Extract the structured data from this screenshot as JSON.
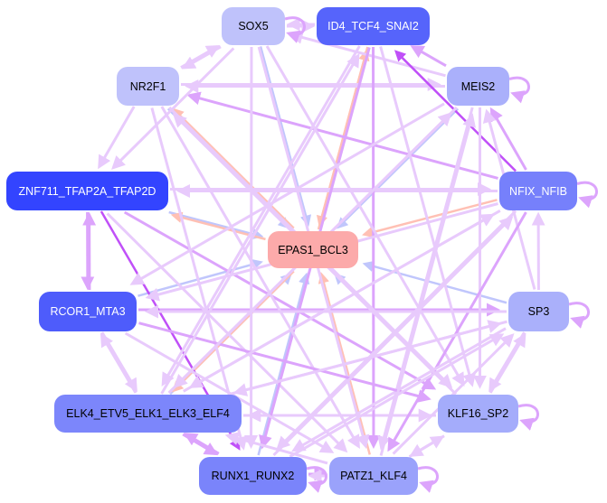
{
  "nodes": [
    {
      "id": "SOX5",
      "label": "SOX5",
      "fill": "#bfc2fb",
      "text": "#000000"
    },
    {
      "id": "ID4",
      "label": "ID4_TCF4_SNAI2",
      "fill": "#5664fb",
      "text": "#ffffff"
    },
    {
      "id": "NR2F1",
      "label": "NR2F1",
      "fill": "#bfc2fb",
      "text": "#000000"
    },
    {
      "id": "MEIS2",
      "label": "MEIS2",
      "fill": "#aab0fb",
      "text": "#000000"
    },
    {
      "id": "ZNF711",
      "label": "ZNF711_TFAP2A_TFAP2D",
      "fill": "#3344ff",
      "text": "#ffffff"
    },
    {
      "id": "NFIX",
      "label": "NFIX_NFIB",
      "fill": "#7680fb",
      "text": "#ffffff"
    },
    {
      "id": "EPAS1",
      "label": "EPAS1_BCL3",
      "fill": "#fcaaaa",
      "text": "#000000"
    },
    {
      "id": "RCOR1",
      "label": "RCOR1_MTA3",
      "fill": "#4e5cfb",
      "text": "#ffffff"
    },
    {
      "id": "SP3",
      "label": "SP3",
      "fill": "#aab0fb",
      "text": "#000000"
    },
    {
      "id": "ELK4",
      "label": "ELK4_ETV5_ELK1_ELK3_ELF4",
      "fill": "#7c86fb",
      "text": "#000000"
    },
    {
      "id": "KLF16",
      "label": "KLF16_SP2",
      "fill": "#a4acfb",
      "text": "#000000"
    },
    {
      "id": "RUNX1",
      "label": "RUNX1_RUNX2",
      "fill": "#7a84fb",
      "text": "#000000"
    },
    {
      "id": "PATZ1",
      "label": "PATZ1_KLF4",
      "fill": "#9aa2fb",
      "text": "#000000"
    }
  ],
  "edge_colors": {
    "light": "#e8cafc",
    "medium": "#dca4fc",
    "strong": "#c050f8",
    "blue": "#c0c6fc",
    "salmon": "#ffc0b4"
  },
  "edges": [
    [
      "SOX5",
      "EPAS1",
      "blue"
    ],
    [
      "ID4",
      "EPAS1",
      "salmon"
    ],
    [
      "NR2F1",
      "EPAS1",
      "blue"
    ],
    [
      "MEIS2",
      "EPAS1",
      "blue"
    ],
    [
      "ZNF711",
      "EPAS1",
      "blue"
    ],
    [
      "NFIX",
      "EPAS1",
      "salmon"
    ],
    [
      "RCOR1",
      "EPAS1",
      "blue"
    ],
    [
      "SP3",
      "EPAS1",
      "blue"
    ],
    [
      "ELK4",
      "EPAS1",
      "blue"
    ],
    [
      "KLF16",
      "EPAS1",
      "blue"
    ],
    [
      "RUNX1",
      "EPAS1",
      "blue"
    ],
    [
      "PATZ1",
      "EPAS1",
      "salmon"
    ],
    [
      "EPAS1",
      "ELK4",
      "salmon"
    ],
    [
      "EPAS1",
      "ID4",
      "salmon"
    ],
    [
      "EPAS1",
      "NR2F1",
      "salmon"
    ],
    [
      "EPAS1",
      "ZNF711",
      "salmon"
    ],
    [
      "SOX5",
      "ID4",
      "light"
    ],
    [
      "ID4",
      "SOX5",
      "light"
    ],
    [
      "SOX5",
      "NR2F1",
      "light"
    ],
    [
      "NR2F1",
      "SOX5",
      "light"
    ],
    [
      "MEIS2",
      "SOX5",
      "light"
    ],
    [
      "NR2F1",
      "MEIS2",
      "light"
    ],
    [
      "MEIS2",
      "NR2F1",
      "light"
    ],
    [
      "MEIS2",
      "ID4",
      "medium"
    ],
    [
      "NFIX",
      "ID4",
      "strong"
    ],
    [
      "NFIX",
      "MEIS2",
      "medium"
    ],
    [
      "NFIX",
      "NR2F1",
      "medium"
    ],
    [
      "ZNF711",
      "NFIX",
      "light"
    ],
    [
      "NFIX",
      "ZNF711",
      "light"
    ],
    [
      "NR2F1",
      "ZNF711",
      "light"
    ],
    [
      "SOX5",
      "ZNF711",
      "light"
    ],
    [
      "ZNF711",
      "RCOR1",
      "medium"
    ],
    [
      "RCOR1",
      "ZNF711",
      "medium"
    ],
    [
      "RCOR1",
      "SP3",
      "medium"
    ],
    [
      "SP3",
      "NFIX",
      "light"
    ],
    [
      "SP3",
      "MEIS2",
      "light"
    ],
    [
      "RCOR1",
      "ELK4",
      "light"
    ],
    [
      "ELK4",
      "RCOR1",
      "light"
    ],
    [
      "ELK4",
      "KLF16",
      "light"
    ],
    [
      "KLF16",
      "ELK4",
      "light"
    ],
    [
      "ELK4",
      "RUNX1",
      "medium"
    ],
    [
      "RUNX1",
      "ELK4",
      "medium"
    ],
    [
      "RUNX1",
      "PATZ1",
      "medium"
    ],
    [
      "PATZ1",
      "RUNX1",
      "light"
    ],
    [
      "PATZ1",
      "KLF16",
      "light"
    ],
    [
      "KLF16",
      "PATZ1",
      "light"
    ],
    [
      "KLF16",
      "SP3",
      "light"
    ],
    [
      "SP3",
      "KLF16",
      "light"
    ],
    [
      "ZNF711",
      "RUNX1",
      "strong"
    ],
    [
      "ZNF711",
      "KLF16",
      "medium"
    ],
    [
      "ZNF711",
      "PATZ1",
      "light"
    ],
    [
      "ID4",
      "RUNX1",
      "medium"
    ],
    [
      "ID4",
      "PATZ1",
      "medium"
    ],
    [
      "ID4",
      "ELK4",
      "light"
    ],
    [
      "ID4",
      "KLF16",
      "light"
    ],
    [
      "SOX5",
      "PATZ1",
      "light"
    ],
    [
      "SOX5",
      "RUNX1",
      "light"
    ],
    [
      "SOX5",
      "KLF16",
      "light"
    ],
    [
      "NR2F1",
      "KLF16",
      "light"
    ],
    [
      "NR2F1",
      "RUNX1",
      "light"
    ],
    [
      "NR2F1",
      "PATZ1",
      "light"
    ],
    [
      "MEIS2",
      "ELK4",
      "light"
    ],
    [
      "MEIS2",
      "RCOR1",
      "light"
    ],
    [
      "MEIS2",
      "KLF16",
      "light"
    ],
    [
      "MEIS2",
      "PATZ1",
      "light"
    ],
    [
      "NFIX",
      "ELK4",
      "light"
    ],
    [
      "NFIX",
      "RCOR1",
      "light"
    ],
    [
      "NFIX",
      "PATZ1",
      "medium"
    ],
    [
      "NFIX",
      "RUNX1",
      "light"
    ],
    [
      "SP3",
      "ELK4",
      "light"
    ],
    [
      "SP3",
      "RCOR1",
      "light"
    ],
    [
      "SP3",
      "RUNX1",
      "light"
    ],
    [
      "RCOR1",
      "KLF16",
      "medium"
    ],
    [
      "RCOR1",
      "PATZ1",
      "light"
    ],
    [
      "ELK4",
      "SP3",
      "light"
    ],
    [
      "ELK4",
      "NFIX",
      "light"
    ],
    [
      "ELK4",
      "MEIS2",
      "light"
    ],
    [
      "RUNX1",
      "SP3",
      "light"
    ],
    [
      "PATZ1",
      "SP3",
      "light"
    ],
    [
      "RUNX1",
      "NFIX",
      "light"
    ],
    [
      "PATZ1",
      "MEIS2",
      "light"
    ],
    [
      "KLF16",
      "NR2F1",
      "light"
    ],
    [
      "PATZ1",
      "ELK4",
      "light"
    ],
    [
      "ELK4",
      "ID4",
      "light"
    ]
  ],
  "self_loops": [
    "SOX5",
    "MEIS2",
    "NFIX",
    "SP3",
    "KLF16",
    "RUNX1",
    "PATZ1"
  ]
}
